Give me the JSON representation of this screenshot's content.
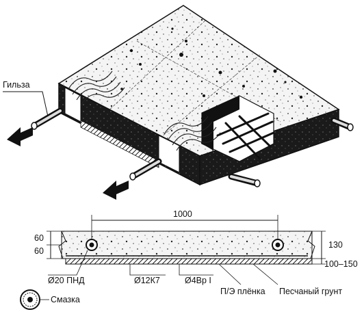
{
  "iso": {
    "gilza_label": "Гильза"
  },
  "section": {
    "dim_top": "1000",
    "dim_left_upper": "60",
    "dim_left_lower": "60",
    "dim_right_upper": "130",
    "dim_right_lower": "100–150",
    "pipe_label": "Ø20 ПНД",
    "lubricant_label": "Смазка",
    "mesh_label": "Ø12К7",
    "wire_label": "Ø4Вр I",
    "film_label": "П/Э плёнка",
    "soil_label": "Песчаный грунт"
  }
}
